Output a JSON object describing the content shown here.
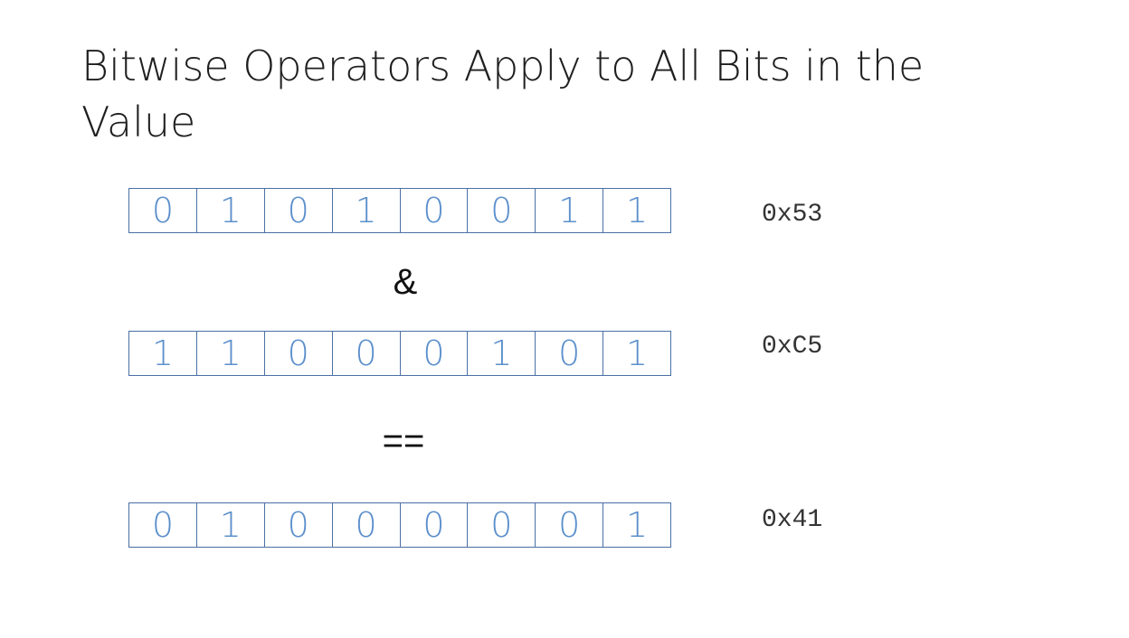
{
  "title": "Bitwise Operators Apply to All Bits in the Value",
  "rows": [
    {
      "bits": [
        "0",
        "1",
        "0",
        "1",
        "0",
        "0",
        "1",
        "1"
      ],
      "hex": "0x53"
    },
    {
      "bits": [
        "1",
        "1",
        "0",
        "0",
        "0",
        "1",
        "0",
        "1"
      ],
      "hex": "0xC5"
    },
    {
      "bits": [
        "0",
        "1",
        "0",
        "0",
        "0",
        "0",
        "0",
        "1"
      ],
      "hex": "0x41"
    }
  ],
  "operators": {
    "and": "&",
    "equals": "=="
  },
  "colors": {
    "bit_text": "#5b8fcc",
    "cell_border": "#4a6fa5",
    "title_text": "#1f1f1f"
  }
}
